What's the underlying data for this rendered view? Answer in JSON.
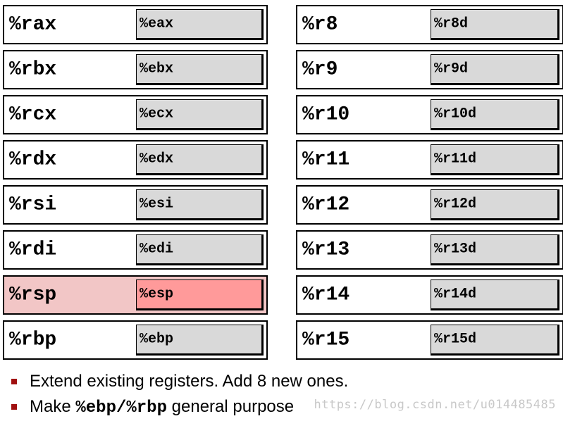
{
  "left_registers": [
    {
      "name": "%rax",
      "sub": "%eax"
    },
    {
      "name": "%rbx",
      "sub": "%ebx"
    },
    {
      "name": "%rcx",
      "sub": "%ecx"
    },
    {
      "name": "%rdx",
      "sub": "%edx"
    },
    {
      "name": "%rsi",
      "sub": "%esi"
    },
    {
      "name": "%rdi",
      "sub": "%edi"
    },
    {
      "name": "%rsp",
      "sub": "%esp"
    },
    {
      "name": "%rbp",
      "sub": "%ebp"
    }
  ],
  "right_registers": [
    {
      "name": "%r8",
      "sub": "%r8d"
    },
    {
      "name": "%r9",
      "sub": "%r9d"
    },
    {
      "name": "%r10",
      "sub": "%r10d"
    },
    {
      "name": "%r11",
      "sub": "%r11d"
    },
    {
      "name": "%r12",
      "sub": "%r12d"
    },
    {
      "name": "%r13",
      "sub": "%r13d"
    },
    {
      "name": "%r14",
      "sub": "%r14d"
    },
    {
      "name": "%r15",
      "sub": "%r15d"
    }
  ],
  "highlight_color": "#f2c6c6",
  "highlight_sub_color": "#ff9a9a",
  "bullet_color": "#a01010",
  "bullets": {
    "b1": "Extend existing registers.  Add 8 new ones.",
    "b2_pre": "Make ",
    "b2_code": "%ebp/%rbp",
    "b2_post": " general purpose"
  },
  "watermark": "https://blog.csdn.net/u014485485"
}
